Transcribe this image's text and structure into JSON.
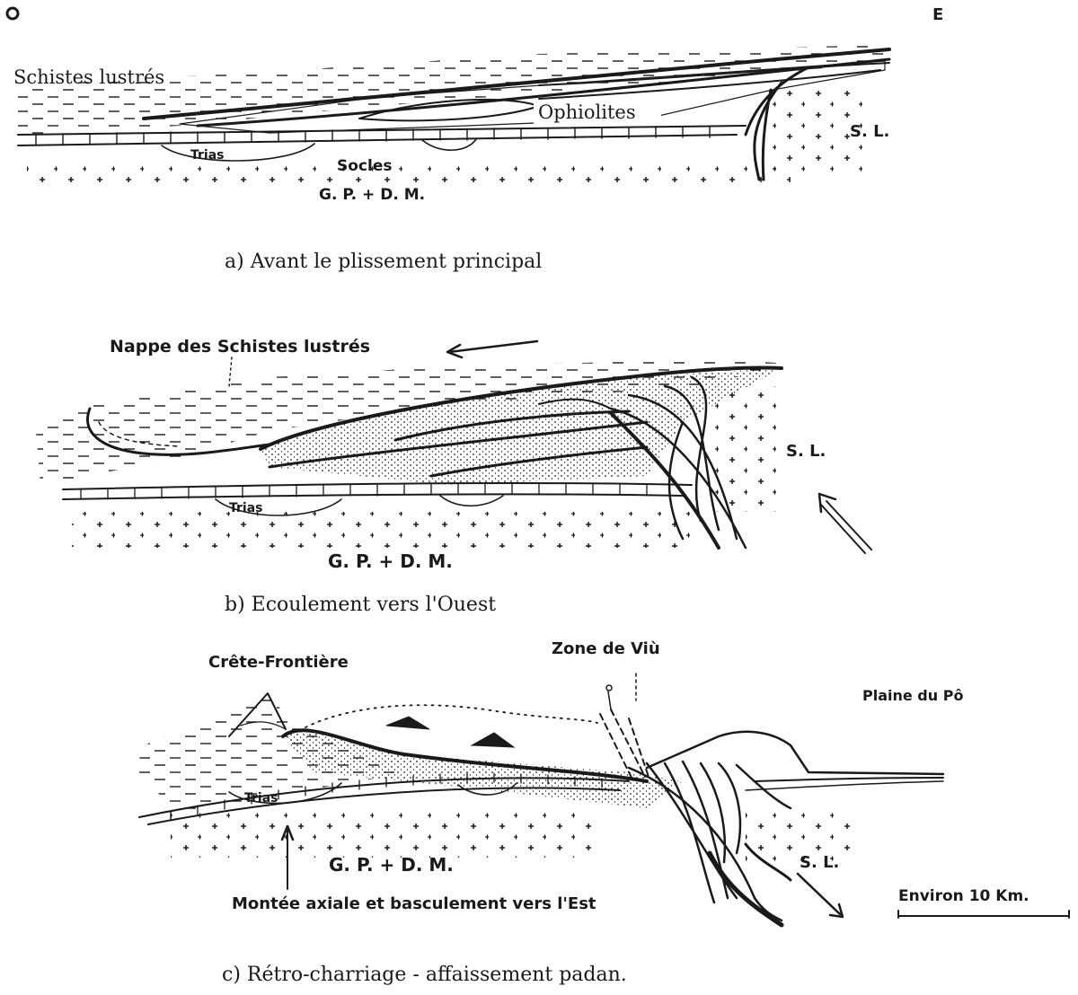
{
  "orientation": {
    "west": "O",
    "east": "E"
  },
  "panel_a": {
    "label_schistes": "Schistes lustrés",
    "label_ophiolites": "Ophiolites",
    "label_sl": "S. L.",
    "label_trias": "Trias",
    "label_socles": "Socles",
    "label_basement": "G. P. + D. M.",
    "caption": "a) Avant le plissement principal"
  },
  "panel_b": {
    "label_nappe": "Nappe des Schistes lustrés",
    "label_sl": "S. L.",
    "label_trias": "Trias",
    "label_basement": "G. P. + D. M.",
    "caption": "b) Ecoulement vers l'Ouest"
  },
  "panel_c": {
    "label_crete": "Crête-Frontière",
    "label_zone": "Zone de Viù",
    "label_plaine": "Plaine du Pô",
    "label_sl": "S. L.",
    "label_trias": "Trias",
    "label_basement": "G. P. + D. M.",
    "label_montee": "Montée axiale et basculement vers l'Est",
    "label_scale": "Environ 10 Km.",
    "caption": "c) Rétro-charriage - affaissement padan."
  },
  "colors": {
    "ink": "#1a1a1a",
    "paper": "#ffffff"
  }
}
